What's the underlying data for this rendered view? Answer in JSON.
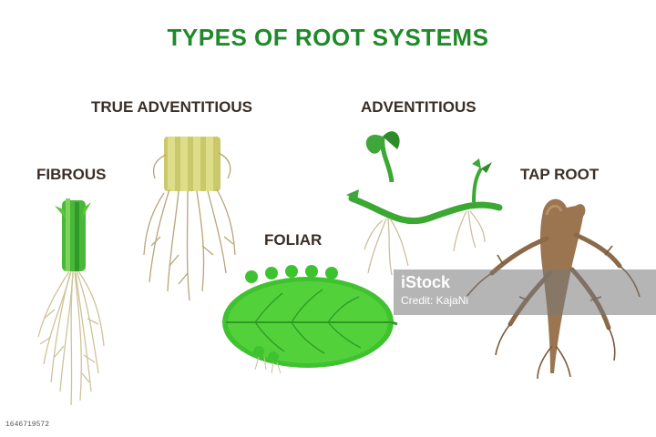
{
  "title": "TYPES OF ROOT SYSTEMS",
  "labels": {
    "fibrous": "FIBROUS",
    "true_adventitious": "TRUE ADVENTITIOUS",
    "adventitious": "ADVENTITIOUS",
    "foliar": "FOLIAR",
    "tap_root": "TAP ROOT"
  },
  "watermark": {
    "logo": "iStock",
    "credit": "Credit: KajaNi"
  },
  "stock_id": "1646719572",
  "colors": {
    "title": "#1f8a2a",
    "label": "#3a2e26",
    "leaf": "#3fbf2a",
    "root_fibrous": "#d9cfa8",
    "root_tap": "#8a6a4a"
  }
}
